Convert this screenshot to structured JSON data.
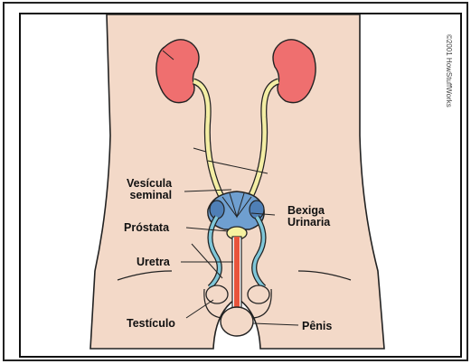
{
  "diagram": {
    "labels": {
      "vesicula_line1": "Vesícula",
      "vesicula_line2": "seminal",
      "bexiga_line1": "Bexiga",
      "bexiga_line2": "Urinaria",
      "prostata": "Próstata",
      "uretra": "Uretra",
      "testiculo": "Testículo",
      "penis": "Pênis"
    },
    "copyright": "©2001 HowStuffWorks",
    "colors": {
      "skin": "#f3d9c8",
      "kidney": "#ef6f6f",
      "ureter": "#f4eea4",
      "bladder": "#6f9fd0",
      "urethra": "#e8543c",
      "duct": "#7fc6d8",
      "prostate": "#f6f1a0"
    }
  }
}
